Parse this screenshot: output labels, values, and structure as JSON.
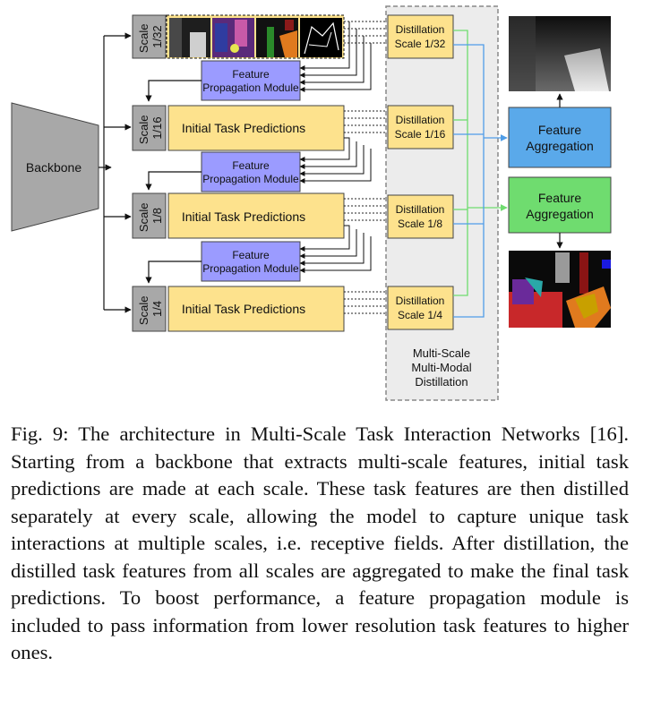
{
  "backbone": {
    "label": "Backbone"
  },
  "scales": [
    {
      "scale_word": "Scale",
      "scale_value": "1/32",
      "distill_title": "Distillation",
      "distill_scale": "Scale 1/32"
    },
    {
      "scale_word": "Scale",
      "scale_value": "1/16",
      "pred_label": "Initial Task Predictions",
      "distill_title": "Distillation",
      "distill_scale": "Scale 1/16"
    },
    {
      "scale_word": "Scale",
      "scale_value": "1/8",
      "pred_label": "Initial Task Predictions",
      "distill_title": "Distillation",
      "distill_scale": "Scale 1/8"
    },
    {
      "scale_word": "Scale",
      "scale_value": "1/4",
      "pred_label": "Initial Task Predictions",
      "distill_title": "Distillation",
      "distill_scale": "Scale 1/4"
    }
  ],
  "fpm": {
    "line1": "Feature",
    "line2": "Propagation Module"
  },
  "distill_panel": {
    "line1": "Multi-Scale",
    "line2": "Multi-Modal",
    "line3": "Distillation"
  },
  "aggregation": [
    {
      "line1": "Feature",
      "line2": "Aggregation",
      "color": "#5aa9ea"
    },
    {
      "line1": "Feature",
      "line2": "Aggregation",
      "color": "#6fdc6f"
    }
  ],
  "colors": {
    "prediction": "#fde28d",
    "fpm": "#9b9bff",
    "scale_box": "#a8a8a8",
    "backbone": "#a8a8a8",
    "blue_line": "#4f9de8",
    "green_line": "#6fdc6f"
  },
  "caption": "Fig. 9: The architecture in Multi-Scale Task Interaction Networks [16]. Starting from a backbone that extracts multi-scale features, initial task predictions are made at each scale. These task features are then distilled separately at every scale, allowing the model to capture unique task interactions at multiple scales, i.e. receptive fields. After distillation, the distilled task features from all scales are aggregated to make the final task predictions. To boost performance, a feature propagation module is included to pass information from lower resolution task features to higher ones."
}
